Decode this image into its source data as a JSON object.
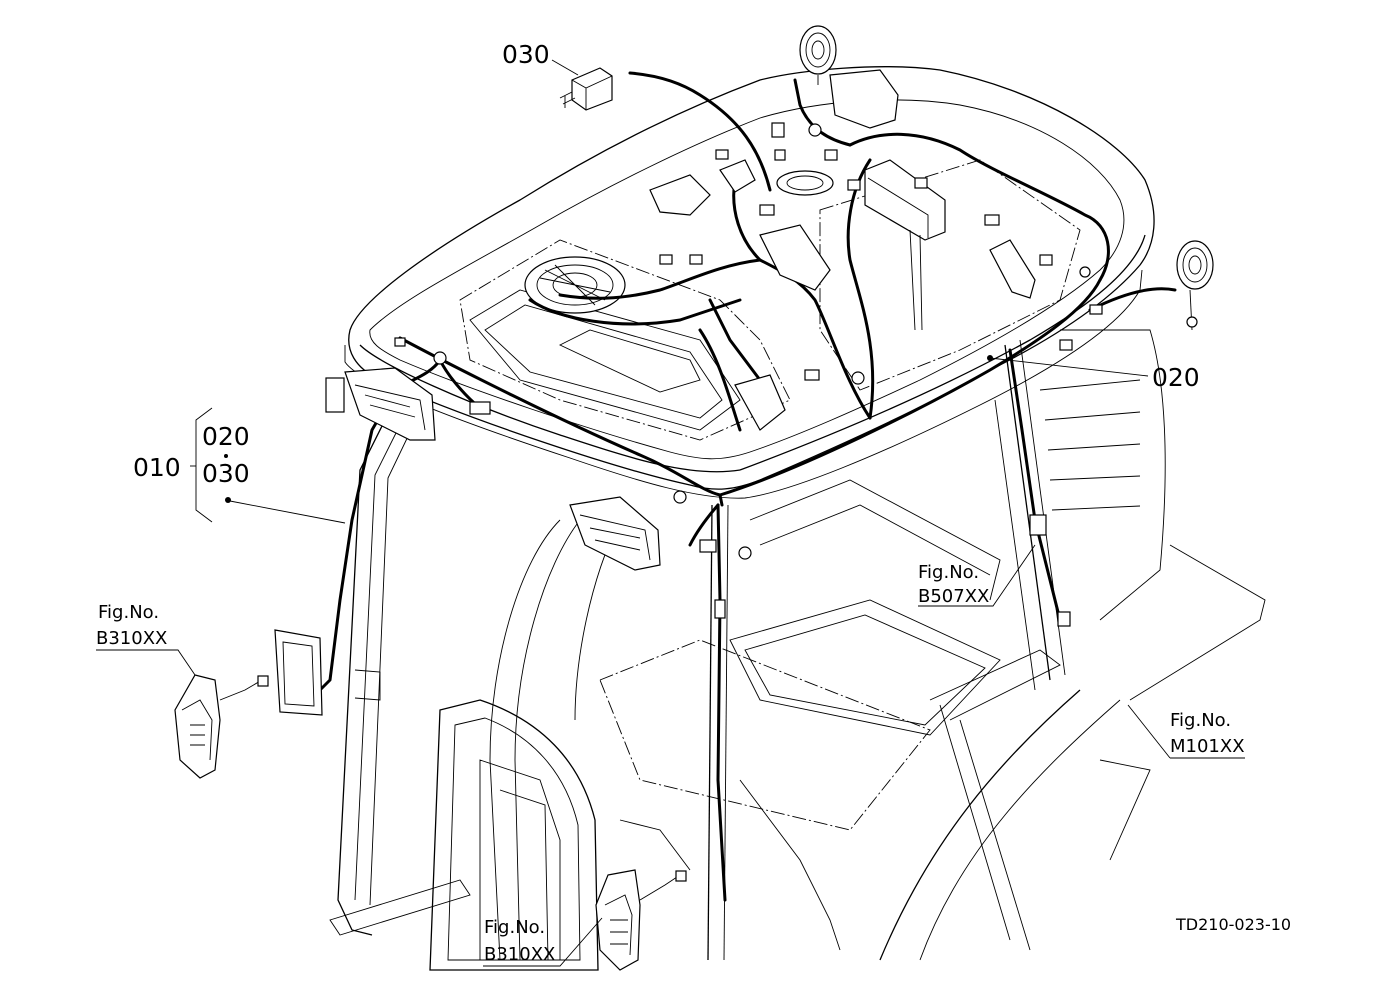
{
  "diagram": {
    "drawing_code": "TD210-023-10",
    "part_labels": {
      "p030_top": "030",
      "p020_right": "020",
      "p010": "010",
      "p020_group": "020",
      "p030_group": "030"
    },
    "fig_refs": [
      {
        "id": "b310_left",
        "prefix": "Fig.No.",
        "code": "B310XX"
      },
      {
        "id": "b507",
        "prefix": "Fig.No.",
        "code": "B507XX"
      },
      {
        "id": "m101",
        "prefix": "Fig.No.",
        "code": "M101XX"
      },
      {
        "id": "b310_bottom",
        "prefix": "Fig.No.",
        "code": "B310XX"
      }
    ]
  }
}
